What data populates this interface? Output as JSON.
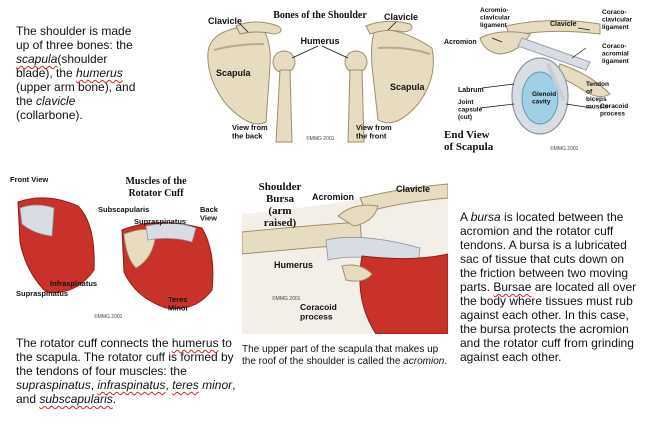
{
  "top_left_text": {
    "p1": "The shoulder is made up of three bones: the ",
    "scapula": "scapula",
    "p2": "(shoulder blade), the ",
    "humerus": "humerus",
    "p3": " (upper arm bone), and the ",
    "clavicle": "clavicle",
    "p4": " (collarbone)."
  },
  "bones_panel": {
    "title": "Bones of the Shoulder",
    "clavicle_left": "Clavicle",
    "clavicle_right": "Clavicle",
    "humerus": "Humerus",
    "scapula_left": "Scapula",
    "scapula_right": "Scapula",
    "view_back": "View from\nthe back",
    "view_front": "View from\nthe front",
    "copyright": "©MMG 2001"
  },
  "end_view_panel": {
    "acromio_clavicular": "Acromio-\nclavicular\nligament",
    "clavicle": "Clavicle",
    "coraco_clavicular": "Coraco-\nclavicular\nligament",
    "acromion": "Acromion",
    "coraco_acromial": "Coraco-\nacromial\nligament",
    "labrum": "Labrum",
    "joint_capsule": "Joint\ncapsule\n(cut)",
    "glenoid": "Glenoid\ncavity",
    "tendon_biceps": "Tendon\nof\nbiceps\nmuscle",
    "coracoid": "Coracoid\nprocess",
    "title1": "End View",
    "title2": "of Scapula",
    "copyright": "©MMG 2001"
  },
  "rotator_panel": {
    "front_view": "Front View",
    "title1": "Muscles of the",
    "title2": "Rotator Cuff",
    "subscapularis": "Subscapularis",
    "back_view": "Back\nView",
    "supraspinatus_top": "Supraspinatus",
    "infraspinatus": "Infraspinatus",
    "supraspinatus_bottom": "Supraspinatus",
    "teres_minor": "Teres\nMinor",
    "copyright": "©MMG 2001"
  },
  "bursa_panel": {
    "title1": "Shoulder",
    "title2": "Bursa",
    "title3": "(arm",
    "title4": "raised)",
    "acromion": "Acromion",
    "clavicle": "Clavicle",
    "humerus": "Humerus",
    "coracoid": "Coracoid\nprocess",
    "copyright": "©MMG 2001"
  },
  "rotator_text": {
    "p1": "The rotator cuff connects the ",
    "humerus": "humerus",
    "p2": " to the scapula. The rotator cuff is formed by the tendons of four muscles: the ",
    "supraspinatus": "supraspinatus",
    "c1": ", ",
    "infraspinatus": "infraspinatus",
    "c2": ", ",
    "teres": "teres",
    "c3": " ",
    "minor": "minor",
    "c4": ", and ",
    "subscapularis": "subscapularis",
    "p3": "."
  },
  "acromion_caption": {
    "p1": "The upper part of the scapula that makes up the roof of the shoulder is called the ",
    "acromion": "acromion",
    "p2": "."
  },
  "bursa_text": {
    "a": "A ",
    "bursa": "bursa",
    "p1": " is located between the acromion and the rotator cuff tendons. A bursa is a lubricated sac of tissue that cuts down on the friction between two moving parts. ",
    "bursae": "Bursae",
    "p2": " are located all over the body where tissues must rub against each other. In this case, the bursa protects the acromion and the rotator cuff from grinding against each other."
  },
  "colors": {
    "bone": "#e8dcc0",
    "bone_shade": "#b9aa86",
    "muscle": "#c8322a",
    "muscle_dark": "#8e1e18",
    "tendon": "#d8dde4",
    "glenoid": "#9fd0e6"
  }
}
